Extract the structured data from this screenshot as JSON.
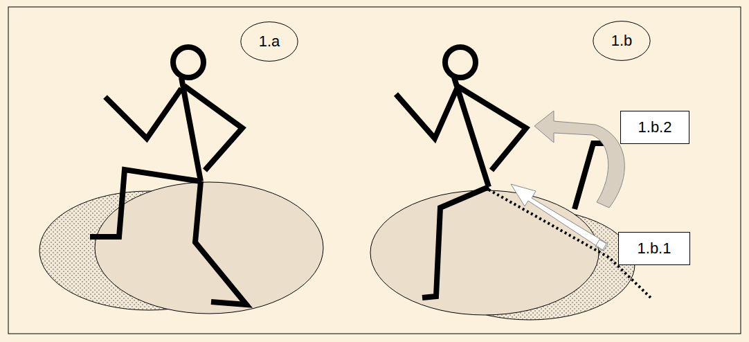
{
  "diagram": {
    "nodes": [
      {
        "text": [
          "1.a"
        ]
      },
      {
        "text": [
          "1.b"
        ]
      },
      {
        "text": [
          "1.b.2"
        ]
      },
      {
        "text": [
          "1.b.1"
        ]
      }
    ]
  }
}
